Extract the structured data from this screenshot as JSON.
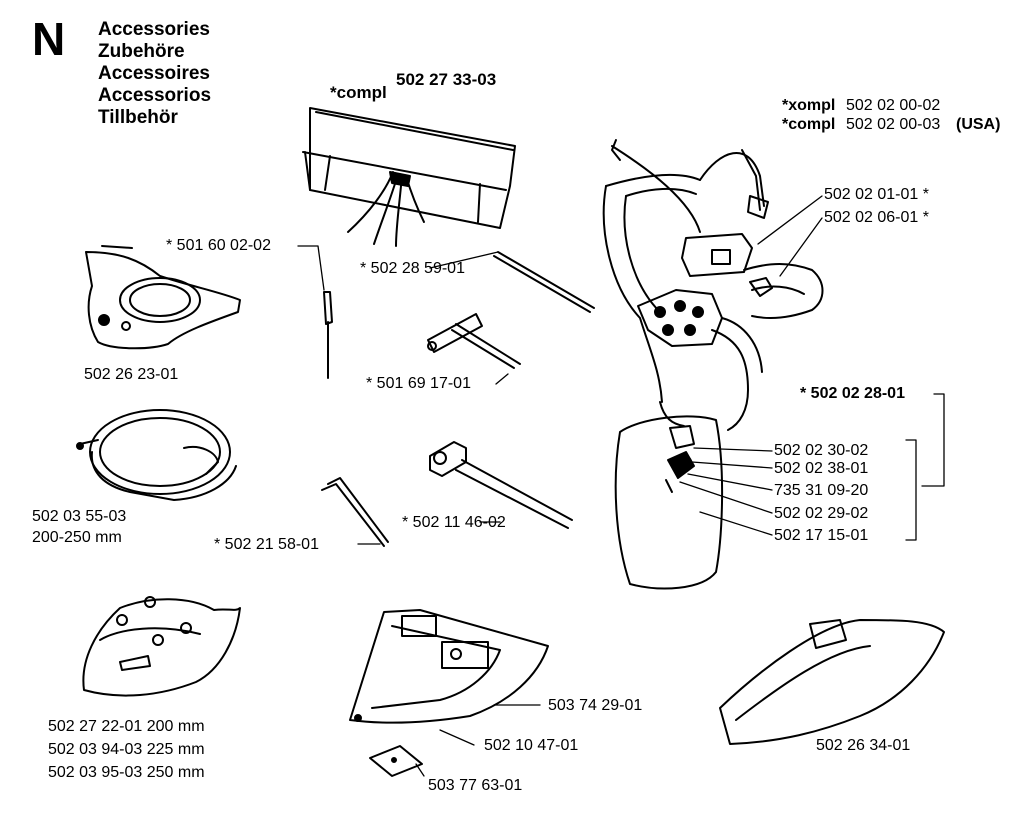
{
  "section": {
    "letter": "N",
    "titles": [
      "Accessories",
      "Zubehöre",
      "Accessoires",
      "Accessorios",
      "Tillbehör"
    ]
  },
  "parts": {
    "bag_compl_prefix": "*compl",
    "bag_number": "502 27 33-03",
    "harness_compl_1_prefix": "*xompl",
    "harness_compl_1_number": "502 02 00-02",
    "harness_compl_2_prefix": "*compl",
    "harness_compl_2_number": "502 02 00-03",
    "harness_compl_2_suffix": "(USA)",
    "p_502020101": "502 02 01-01 *",
    "p_502020601": "502 02 06-01 *",
    "p_501600202": "* 501 60 02-02",
    "p_502285901": "* 502 28 59-01",
    "p_502262301": "502 26 23-01",
    "p_501691701": "* 501 69 17-01",
    "p_502022801": "* 502 02 28-01",
    "p_502023002": "502 02 30-02",
    "p_502023801": "502 02 38-01",
    "p_735310920": "735 31 09-20",
    "p_502022902": "502 02 29-02",
    "p_502171501": "502 17 15-01",
    "p_502035503": "502 03 55-03",
    "p_200_250mm": "200-250 mm",
    "p_502114602": "* 502 11 46-02",
    "p_502215801": "* 502 21 58-01",
    "p_502272201": "502 27 22-01 200 mm",
    "p_502039403": "502 03 94-03 225 mm",
    "p_502039503": "502 03 95-03 250 mm",
    "p_503742901": "503 74 29-01",
    "p_502104701": "502 10 47-01",
    "p_503776301": "503 77 63-01",
    "p_502263401": "502 26 34-01"
  }
}
